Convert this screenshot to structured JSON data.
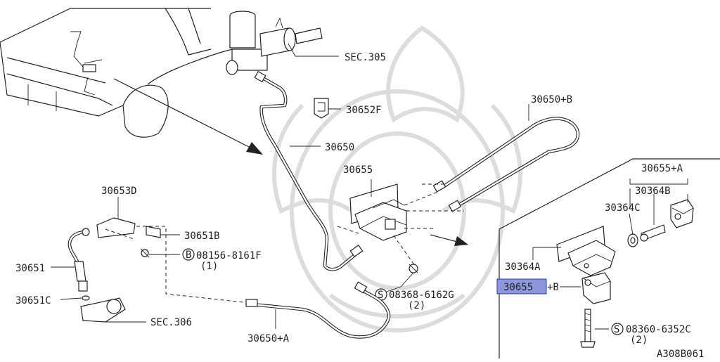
{
  "labels": {
    "sec305": "SEC.305",
    "p30652f": "30652F",
    "p30650b": "30650+B",
    "p30650": "30650",
    "p30655": "30655",
    "p30653d": "30653D",
    "p30651b": "30651B",
    "p08156": "08156-8161F",
    "p08156_qty": "(1)",
    "p30651": "30651",
    "p30651c": "30651C",
    "sec306": "SEC.306",
    "p08368": "08368-6162G",
    "p08368_qty": "(2)",
    "p30650a": "30650+A",
    "p30655a": "30655+A",
    "p30364b": "30364B",
    "p30364c": "30364C",
    "p30364a": "30364A",
    "p30655_hl": "30655",
    "p30655_hl_suffix": "+B",
    "p08360": "08360-6352C",
    "p08360_qty": "(2)",
    "diagram_id": "A308B061",
    "symbol_b": "B",
    "symbol_s": "S"
  },
  "colors": {
    "highlight_fill": "#8e97dc",
    "highlight_border": "#2b3aa8",
    "line": "#222222"
  }
}
